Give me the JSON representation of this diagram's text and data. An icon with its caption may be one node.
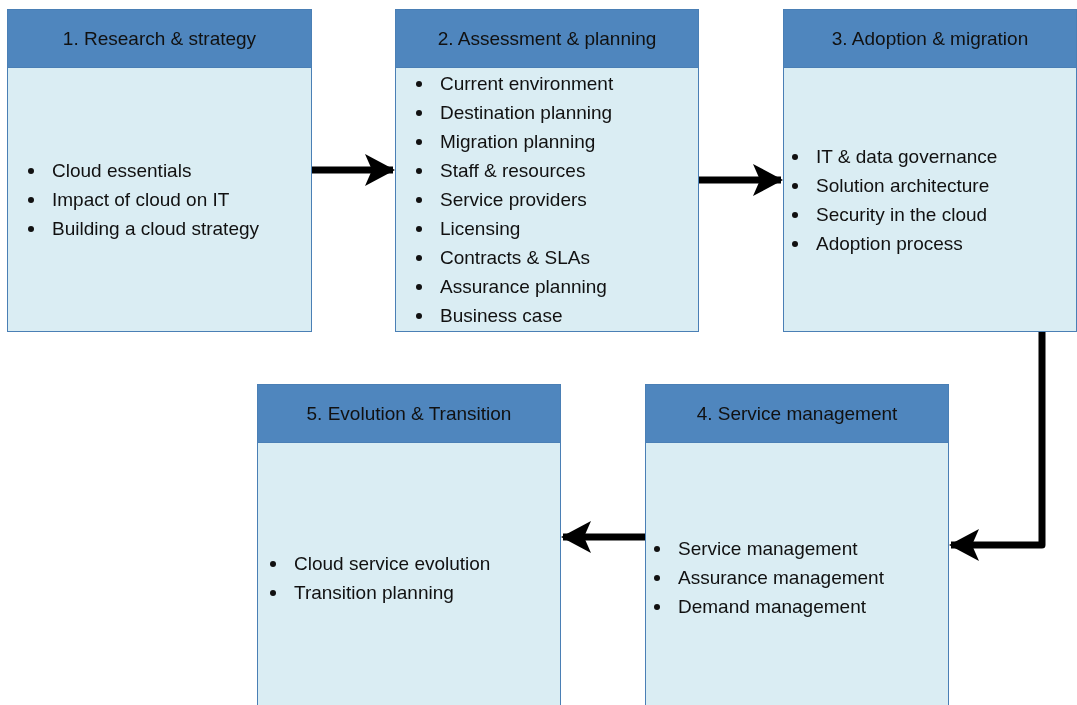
{
  "diagram": {
    "nodes": [
      {
        "text": [
          "1. Research & strategy",
          "Cloud essentials",
          "Impact of cloud on IT",
          "Building a cloud strategy"
        ]
      },
      {
        "text": [
          "2. Assessment & planning",
          "Current environment",
          "Destination planning",
          "Migration planning",
          "Staff & resources",
          "Service providers",
          "Licensing",
          "Contracts & SLAs",
          "Assurance planning",
          "Business case"
        ]
      },
      {
        "text": [
          "3. Adoption & migration",
          "IT & data governance",
          "Solution architecture",
          "Security in the cloud",
          "Adoption process"
        ]
      },
      {
        "text": [
          "4. Service management",
          "Service management",
          "Assurance management",
          "Demand management"
        ]
      },
      {
        "text": [
          "5. Evolution & Transition",
          "Cloud service evolution",
          "Transition planning"
        ]
      }
    ],
    "edges": [
      {
        "from": 0,
        "to": 1,
        "arrow": "to"
      },
      {
        "from": 1,
        "to": 2,
        "arrow": "to"
      },
      {
        "from": 2,
        "to": 3,
        "arrow": "to"
      },
      {
        "from": 3,
        "to": 4,
        "arrow": "to"
      }
    ]
  }
}
